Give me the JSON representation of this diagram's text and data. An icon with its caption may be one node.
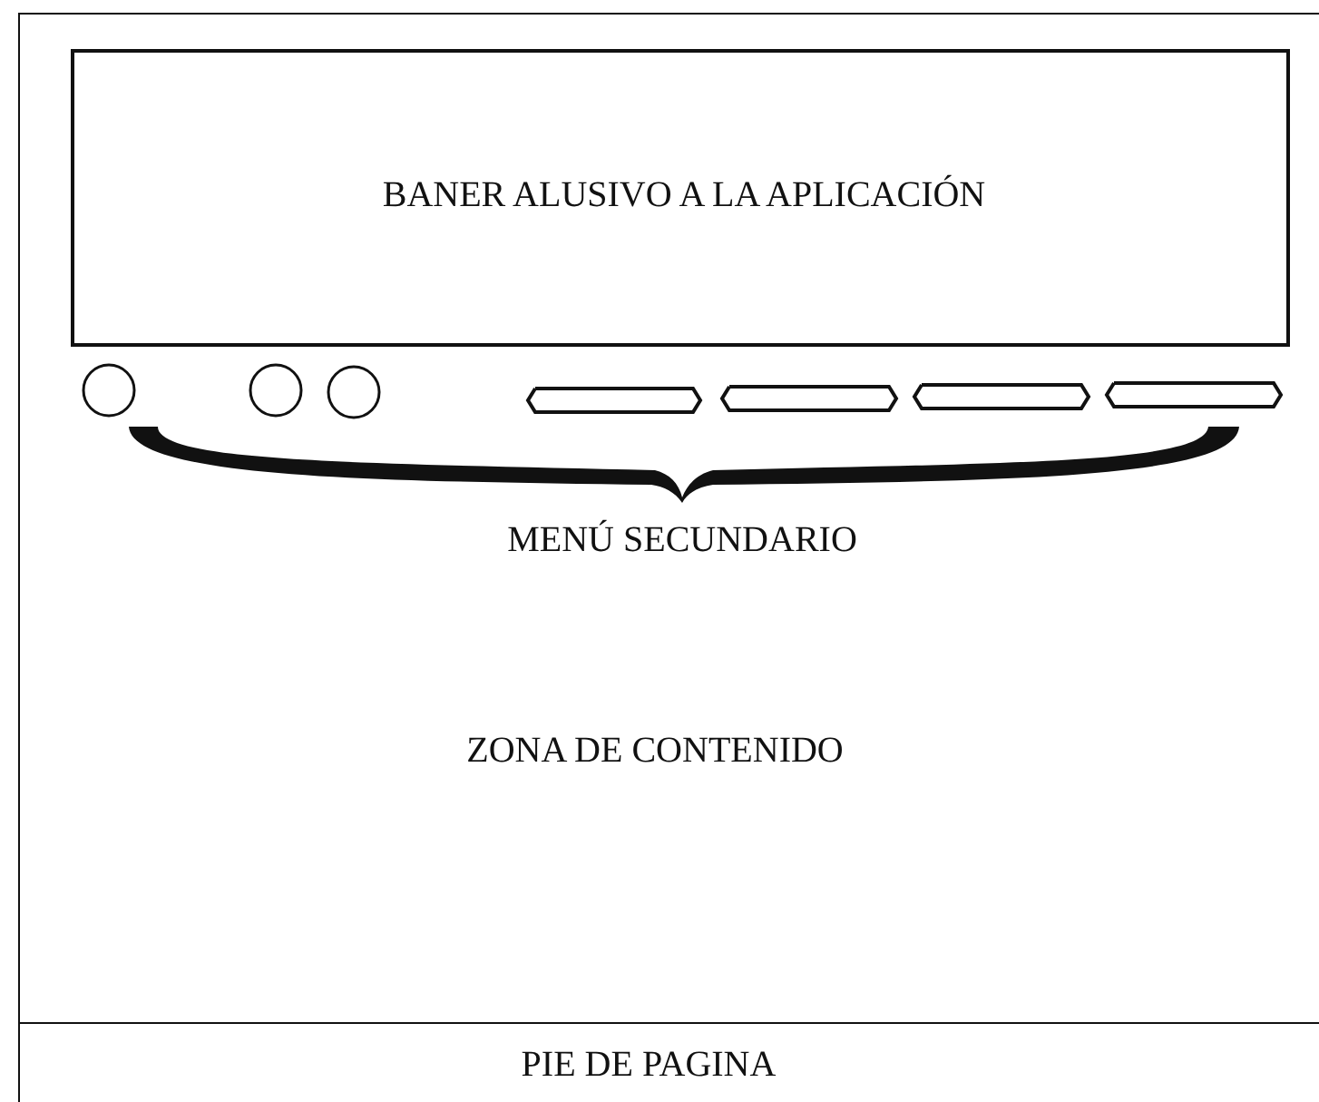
{
  "diagram": {
    "nodes": [
      {
        "text": [],
        "shape": "box"
      },
      {
        "text": [
          "BANER ALUSIVO A LA APLICACIÓN"
        ],
        "in": 0
      },
      {
        "text": [],
        "shape": "circle",
        "in": 0
      },
      {
        "text": [],
        "shape": "circle",
        "in": 0
      },
      {
        "text": [],
        "shape": "circle",
        "in": 0
      },
      {
        "text": [],
        "shape": "bar",
        "in": 0
      },
      {
        "text": [],
        "shape": "bar",
        "in": 0
      },
      {
        "text": [],
        "shape": "bar",
        "in": 0
      },
      {
        "text": [],
        "shape": "bar",
        "in": 0
      },
      {
        "text": [],
        "shape": "bracket",
        "in": 0
      },
      {
        "text": [
          "PIE DE PAGINA"
        ],
        "in": 0
      }
    ],
    "labels": [
      "MENÚ SECUNDARIO",
      "ZONA DE CONTENIDO"
    ]
  }
}
